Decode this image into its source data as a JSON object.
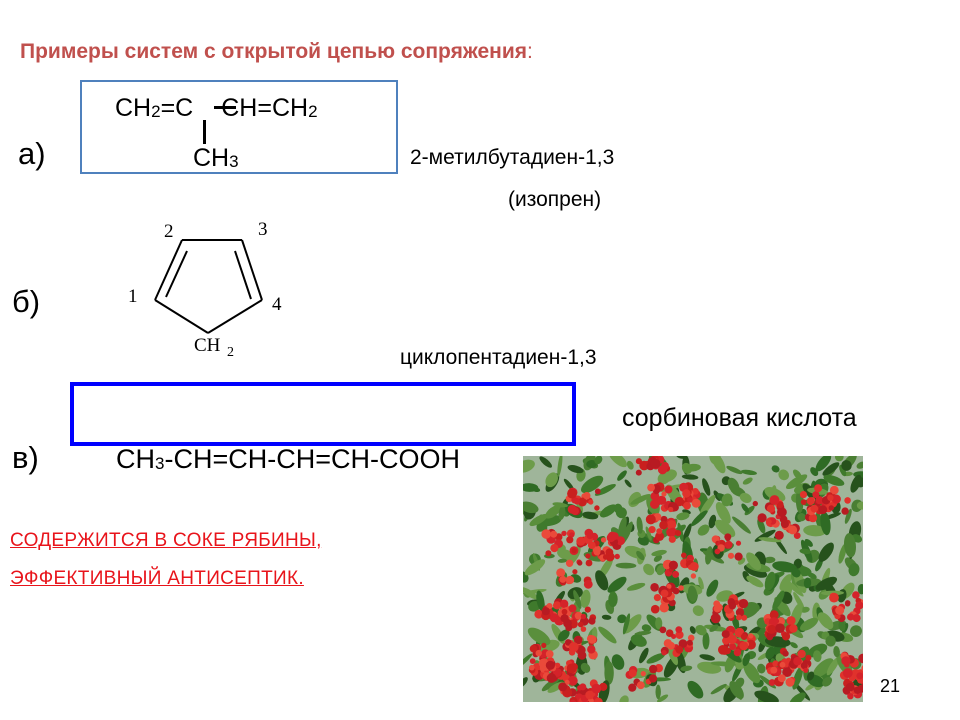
{
  "slide": {
    "title": "Примеры систем с открытой цепью сопряжения",
    "title_colon": ":",
    "page_number": "21"
  },
  "example_a": {
    "label": "а)",
    "formula_line1_part1": "CH",
    "formula_line1_sub1": "2",
    "formula_line1_part2": "=C",
    "formula_line1_part3": "CH=CH",
    "formula_line1_sub2": "2",
    "branch_main": "CH",
    "branch_sub": "3",
    "name": "2-метилбутадиен-1,3",
    "trivial_name": "(изопрен)"
  },
  "example_b": {
    "label": "б)",
    "atom_numbers": [
      "1",
      "2",
      "3",
      "4"
    ],
    "ch2_main": "CH",
    "ch2_sub": "2",
    "name": "циклопентадиен-1,3"
  },
  "example_c": {
    "label": "в)",
    "formula_p1": "CH",
    "formula_sub": "3",
    "formula_p2": "-CH=CH-CH=CH-COOH",
    "name": "сорбиновая кислота"
  },
  "note": {
    "line1": "СОДЕРЖИТСЯ В СОКЕ РЯБИНЫ, ",
    "line2": "ЭФФЕКТИВНЫЙ АНТИСЕПТИК."
  },
  "colors": {
    "title": "#c0504d",
    "note": "#e8141b",
    "box_a": "#4f81bd",
    "box_c": "#0000ff",
    "berries": "#d4232a",
    "foliage": "#3f7a2c"
  },
  "photo_icon": "rowan-tree-photo"
}
